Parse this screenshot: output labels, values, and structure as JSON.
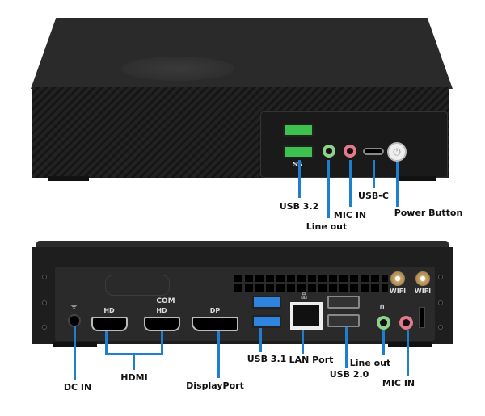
{
  "front": {
    "ports": {
      "usb32_icon": "SS",
      "labels": {
        "usb32": "USB 3.2",
        "line_out": "Line out",
        "mic_in": "MIC IN",
        "usb_c": "USB-C",
        "power": "Power Button"
      }
    }
  },
  "back": {
    "port_marks": {
      "com": "COM",
      "hd1": "HD",
      "hd2": "HD",
      "dp": "DP",
      "wifi1": "WIFI",
      "wifi2": "WIFI"
    },
    "labels": {
      "dc_in": "DC IN",
      "hdmi": "HDMI",
      "displayport": "DisplayPort",
      "usb31": "USB 3.1",
      "lan": "LAN Port",
      "usb20": "USB 2.0",
      "line_out": "Line out",
      "mic_in": "MIC IN"
    }
  },
  "colors": {
    "leader_line": "#1e7fd0",
    "usb3_green": "#3ec24f",
    "usb3_blue": "#2f84e0"
  }
}
